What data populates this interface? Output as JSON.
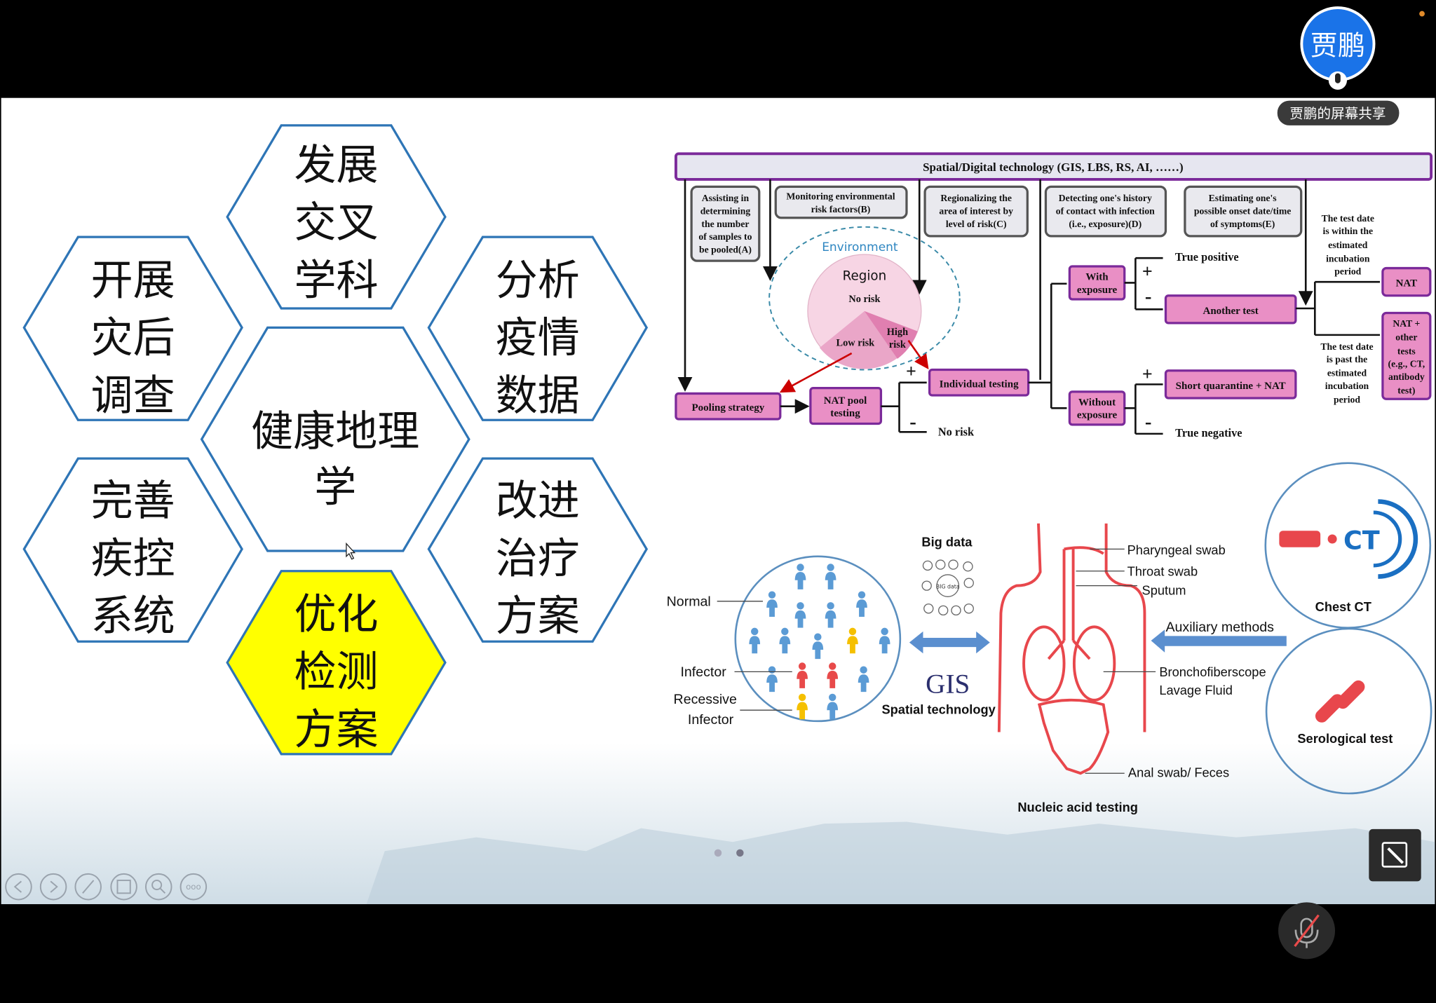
{
  "presenter": {
    "avatar_text": "贾鹏",
    "share_label": "贾鹏的屏幕共享"
  },
  "hexagons": [
    {
      "lines": [
        "发展",
        "交叉",
        "学科"
      ],
      "highlight": false
    },
    {
      "lines": [
        "开展",
        "灾后",
        "调查"
      ],
      "highlight": false
    },
    {
      "lines": [
        "分析",
        "疫情",
        "数据"
      ],
      "highlight": false
    },
    {
      "lines": [
        "健康地理",
        "学"
      ],
      "highlight": false
    },
    {
      "lines": [
        "完善",
        "疾控",
        "系统"
      ],
      "highlight": false
    },
    {
      "lines": [
        "改进",
        "治疗",
        "方案"
      ],
      "highlight": false
    },
    {
      "lines": [
        "优化",
        "检测",
        "方案"
      ],
      "highlight": true
    }
  ],
  "flowchart": {
    "header": "Spatial/Digital  technology (GIS, LBS, RS, AI, ……)",
    "notes": {
      "a": [
        "Assisting in",
        "determining",
        "the number",
        "of samples to",
        "be pooled(A)"
      ],
      "b": [
        "Monitoring environmental",
        "risk factors(B)"
      ],
      "c": [
        "Regionalizing the",
        "area of interest by",
        "level of risk(C)"
      ],
      "d": [
        "Detecting one's history",
        "of contact with infection",
        "(i.e., exposure)(D)"
      ],
      "e": [
        "Estimating one's",
        "possible onset date/time",
        "of symptoms(E)"
      ]
    },
    "environment": "Environment",
    "region": "Region",
    "no_risk_slice": "No risk",
    "low_risk": "Low risk",
    "high_risk": [
      "High",
      "risk"
    ],
    "pooling": "Pooling strategy",
    "nat_pool": [
      "NAT pool",
      "testing"
    ],
    "individual": "Individual testing",
    "with_exposure": [
      "With",
      "exposure"
    ],
    "without_exposure": [
      "Without",
      "exposure"
    ],
    "another_test": "Another test",
    "short_quarantine": "Short quarantine + NAT",
    "nat": "NAT",
    "nat_other": [
      "NAT +",
      "other",
      "tests",
      "(e.g., CT,",
      "antibody",
      "test)"
    ],
    "true_positive": "True positive",
    "true_negative": "True negative",
    "no_risk": "No risk",
    "within": [
      "The test date",
      "is within the",
      "estimated",
      "incubation",
      "period"
    ],
    "past": [
      "The test date",
      "is past the",
      "estimated",
      "incubation",
      "period"
    ],
    "plus": "+",
    "minus": "-"
  },
  "testing": {
    "normal": "Normal",
    "infector": "Infector",
    "recessive": [
      "Recessive",
      "Infector"
    ],
    "big_data": "Big data",
    "big_data_badge": "BIG data",
    "gis": "GIS",
    "spatial": "Spatial technology",
    "pharyngeal": "Pharyngeal swab",
    "throat": "Throat swab",
    "sputum": "Sputum",
    "auxiliary": "Auxiliary methods",
    "broncho": [
      "Bronchofiberscope",
      "Lavage Fluid"
    ],
    "anal": "Anal swab/ Feces",
    "nucleic": "Nucleic acid testing",
    "ct_logo": "CT",
    "chest_ct": "Chest CT",
    "serological": "Serological test"
  },
  "colors": {
    "accent": "#1a73e8",
    "hex_stroke": "#2e75b6",
    "highlight": "#ffff00",
    "pink_box": "#e98fc5",
    "purple": "#7b2a9a",
    "person_blue": "#5b9bd5",
    "person_red": "#e84a4a",
    "person_yellow": "#f5c000"
  }
}
